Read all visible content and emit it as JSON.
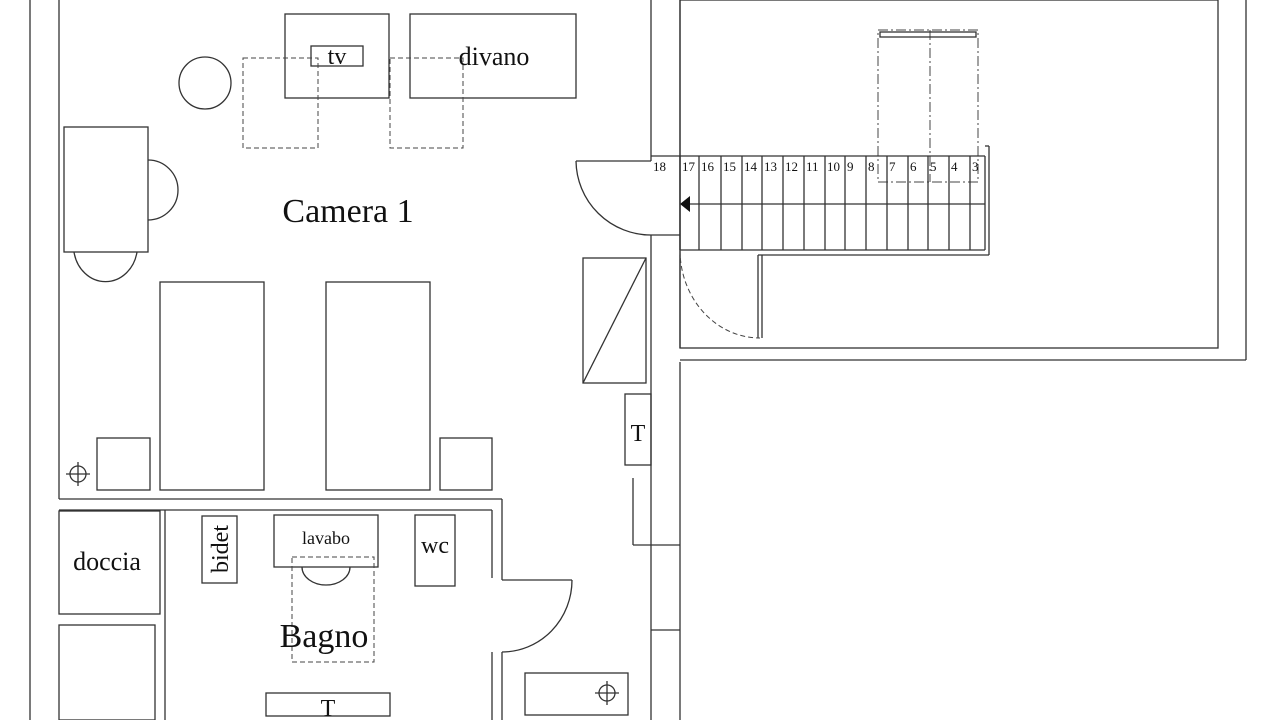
{
  "rooms": {
    "camera": "Camera 1",
    "bagno": "Bagno",
    "doccia": "doccia"
  },
  "fixtures": {
    "tv": "tv",
    "divano": "divano",
    "bidet": "bidet",
    "lavabo": "lavabo",
    "wc": "wc",
    "t_camera": "T",
    "t_bagno": "T"
  },
  "stairs": {
    "steps": [
      "18",
      "17",
      "16",
      "15",
      "14",
      "13",
      "12",
      "11",
      "10",
      "9",
      "8",
      "7",
      "6",
      "5",
      "4",
      "3"
    ]
  }
}
